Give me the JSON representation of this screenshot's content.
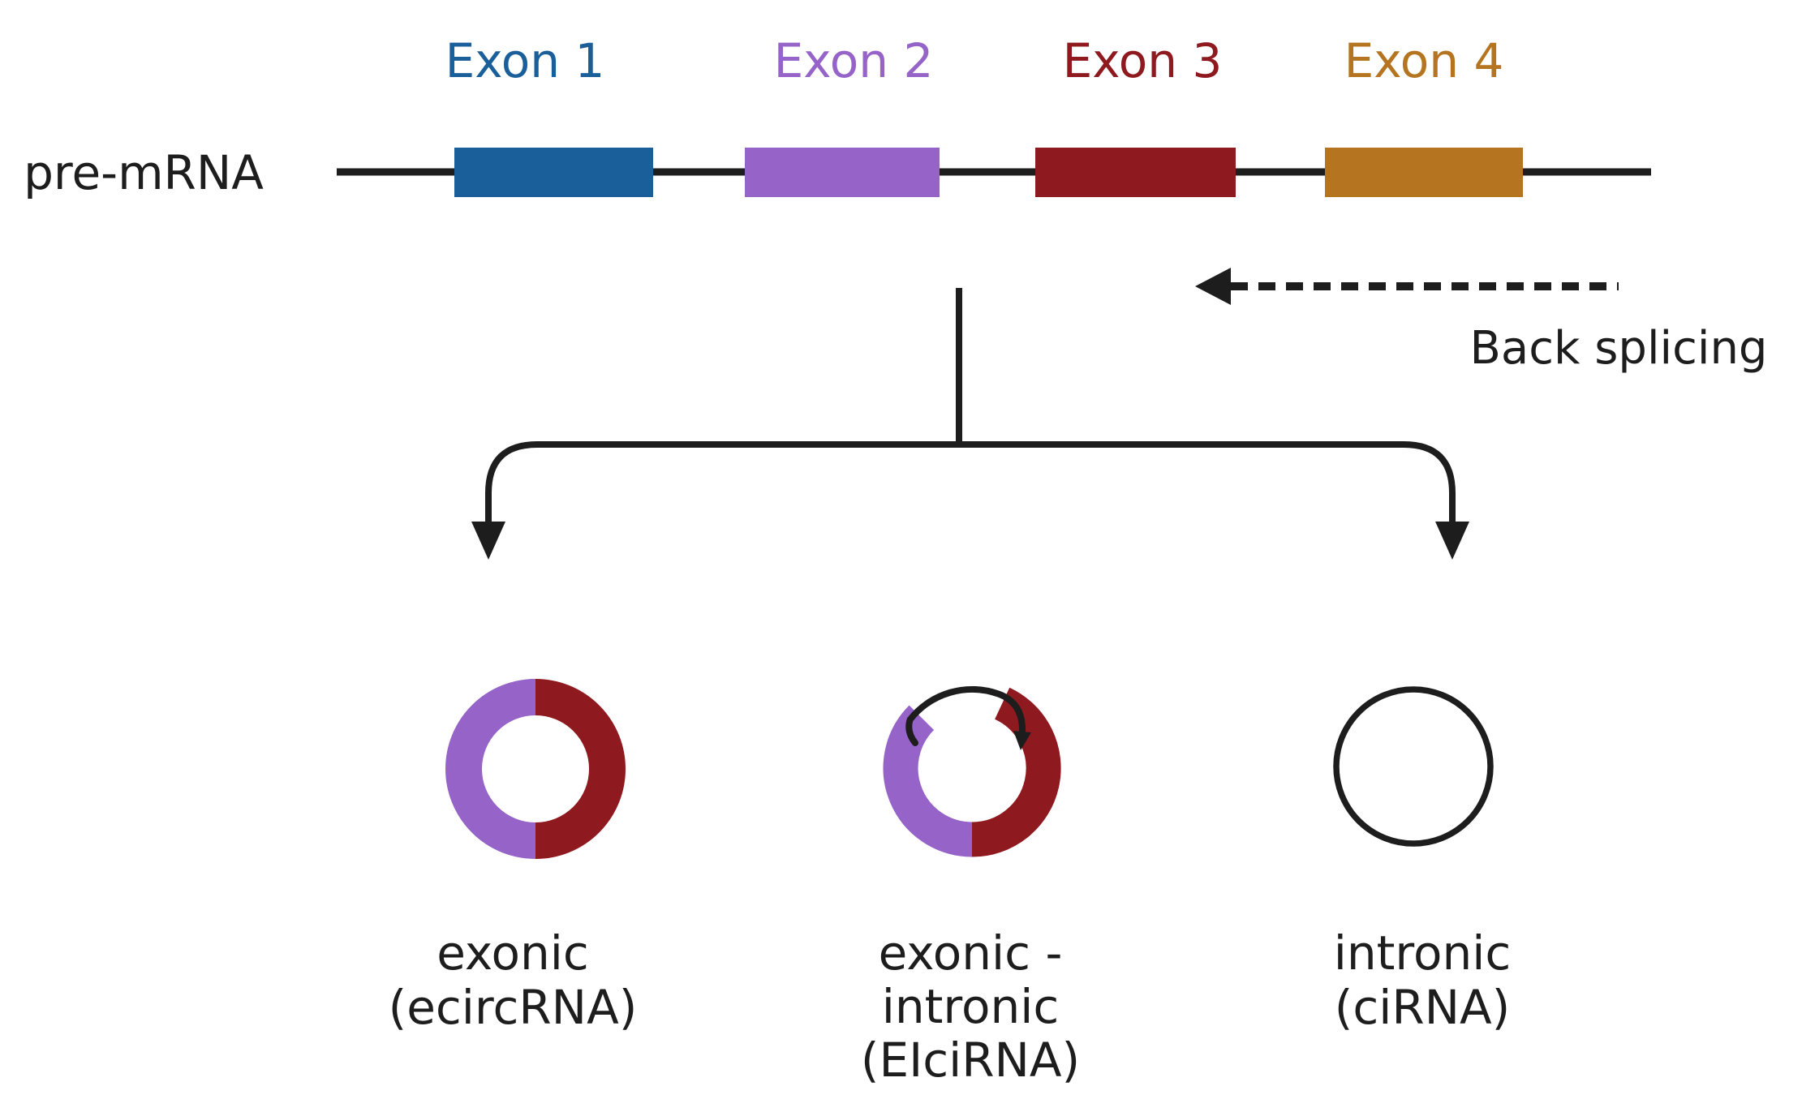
{
  "colors": {
    "ink": "#1d1d1d",
    "background": "#ffffff"
  },
  "pre_mrna": {
    "label": "pre-mRNA"
  },
  "exons": [
    {
      "label": "Exon 1",
      "color": "#1a5e9a"
    },
    {
      "label": "Exon 2",
      "color": "#9663c8"
    },
    {
      "label": "Exon 3",
      "color": "#8e1a1f"
    },
    {
      "label": "Exon 4",
      "color": "#b5741f"
    }
  ],
  "back_splicing": {
    "label": "Back splicing"
  },
  "products": [
    {
      "lines": [
        "exonic",
        "(ecircRNA)"
      ]
    },
    {
      "lines": [
        "exonic -",
        "intronic",
        "(EIciRNA)"
      ]
    },
    {
      "lines": [
        "intronic",
        "(ciRNA)"
      ]
    }
  ]
}
